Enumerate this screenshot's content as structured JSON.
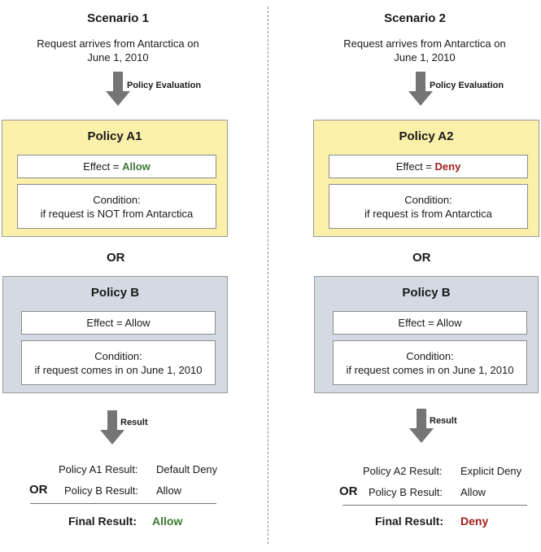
{
  "scenario1": {
    "title": "Scenario 1",
    "request_line1": "Request arrives from Antarctica on",
    "request_line2": "June 1, 2010",
    "arrow_label": "Policy Evaluation",
    "policy_a": {
      "title": "Policy A1",
      "effect_prefix": "Effect = ",
      "effect_value": "Allow",
      "condition_line1": "Condition:",
      "condition_line2": "if request is NOT from Antarctica"
    },
    "or_label": "OR",
    "policy_b": {
      "title": "Policy B",
      "effect_text": "Effect = Allow",
      "condition_line1": "Condition:",
      "condition_line2": "if request comes in on June 1, 2010"
    },
    "result_arrow_label": "Result",
    "result_rows": [
      {
        "label": "Policy A1 Result:",
        "value": "Default Deny"
      },
      {
        "label": "Policy B Result:",
        "value": "Allow"
      }
    ],
    "result_or": "OR",
    "final_label": "Final Result:",
    "final_value": "Allow"
  },
  "scenario2": {
    "title": "Scenario 2",
    "request_line1": "Request arrives from Antarctica on",
    "request_line2": "June 1, 2010",
    "arrow_label": "Policy Evaluation",
    "policy_a": {
      "title": "Policy A2",
      "effect_prefix": "Effect = ",
      "effect_value": "Deny",
      "condition_line1": "Condition:",
      "condition_line2": "if request is from Antarctica"
    },
    "or_label": "OR",
    "policy_b": {
      "title": "Policy B",
      "effect_text": "Effect = Allow",
      "condition_line1": "Condition:",
      "condition_line2": "if request comes in on June 1, 2010"
    },
    "result_arrow_label": "Result",
    "result_rows": [
      {
        "label": "Policy A2 Result:",
        "value": "Explicit Deny"
      },
      {
        "label": "Policy B Result:",
        "value": "Allow"
      }
    ],
    "result_or": "OR",
    "final_label": "Final Result:",
    "final_value": "Deny"
  },
  "colors": {
    "policy_a_fill": "#fbf0a9",
    "policy_b_fill": "#d3dae3",
    "allow": "#3d7a33",
    "deny": "#a31d1d",
    "arrow": "#757575"
  }
}
